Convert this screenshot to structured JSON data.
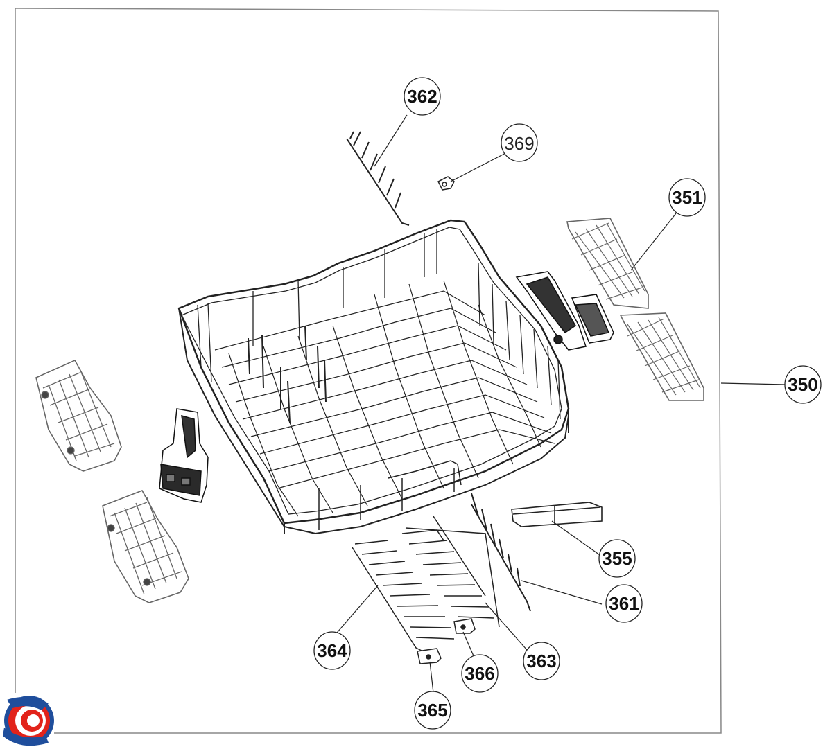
{
  "diagram": {
    "callouts": [
      {
        "id": "c350",
        "label": "350"
      },
      {
        "id": "c351",
        "label": "351"
      },
      {
        "id": "c355",
        "label": "355"
      },
      {
        "id": "c361",
        "label": "361"
      },
      {
        "id": "c362",
        "label": "362"
      },
      {
        "id": "c363",
        "label": "363"
      },
      {
        "id": "c364",
        "label": "364"
      },
      {
        "id": "c365",
        "label": "365"
      },
      {
        "id": "c366",
        "label": "366"
      },
      {
        "id": "c369",
        "label": "369"
      }
    ],
    "parts": [
      {
        "name": "upper-basket",
        "callout": "350"
      },
      {
        "name": "folding-tine-insert",
        "callout": "351"
      },
      {
        "name": "basket-handle",
        "callout": "355"
      },
      {
        "name": "tine-row-right",
        "callout": "361"
      },
      {
        "name": "tine-row-top",
        "callout": "362"
      },
      {
        "name": "folding-rack-large",
        "callout": "363"
      },
      {
        "name": "folding-rack-small",
        "callout": "364"
      },
      {
        "name": "rack-clip-a",
        "callout": "365"
      },
      {
        "name": "rack-clip-b",
        "callout": "366"
      },
      {
        "name": "small-clip",
        "callout": "369"
      }
    ],
    "colors": {
      "line": "#222222",
      "frame": "#888888",
      "logo_red": "#e2231a",
      "logo_blue": "#1f4e9c"
    }
  }
}
